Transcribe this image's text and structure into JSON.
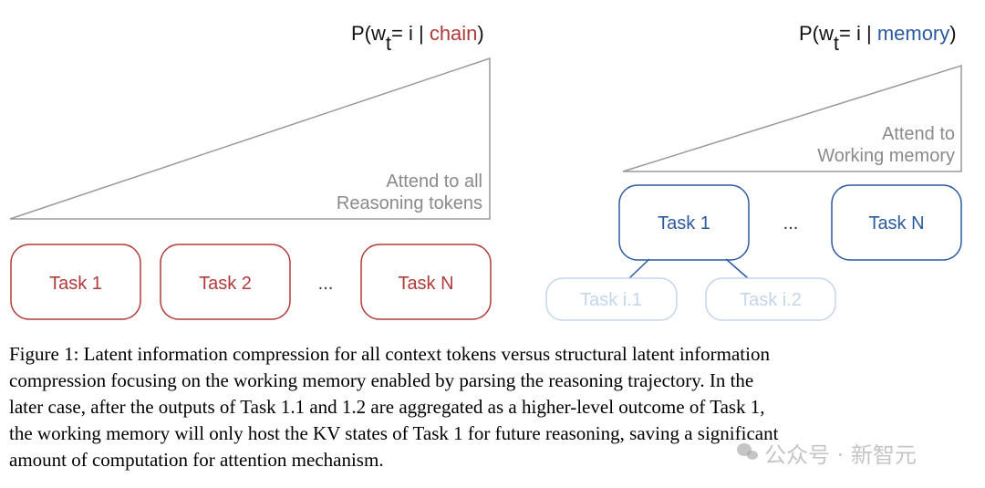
{
  "left_panel": {
    "formula": {
      "prefix": "P(w",
      "subscript": "t",
      "middle": "= i | ",
      "highlight": "chain",
      "suffix": ")"
    },
    "attention_label": [
      "Attend to all",
      "Reasoning tokens"
    ],
    "tasks": [
      "Task 1",
      "Task 2",
      "...",
      "Task N"
    ]
  },
  "right_panel": {
    "formula": {
      "prefix": "P(w",
      "subscript": "t",
      "middle": "= i | ",
      "highlight": "memory",
      "suffix": ")"
    },
    "attention_label": [
      "Attend to",
      "Working memory"
    ],
    "tasks": [
      "Task 1",
      "...",
      "Task N"
    ],
    "subtasks": [
      "Task i.1",
      "Task i.2"
    ]
  },
  "colors": {
    "chain": "#b03a3a",
    "memory": "#2c5aa0",
    "faded": "#c5d5ec",
    "triangle": "#9a9a9a",
    "label_gray": "#8a8a8a"
  },
  "caption": {
    "lines": [
      "Figure 1: Latent information compression for all context tokens versus structural latent information",
      "compression focusing on the working memory enabled by parsing the reasoning trajectory.  In the",
      "later case, after the outputs of Task 1.1 and 1.2 are aggregated as a higher-level outcome of Task 1,",
      "the working memory will only host the KV states of Task 1 for future reasoning, saving a significant",
      "amount of computation for attention mechanism."
    ]
  },
  "watermark": {
    "text": "公众号 · 新智元",
    "icon": "wechat-icon"
  }
}
